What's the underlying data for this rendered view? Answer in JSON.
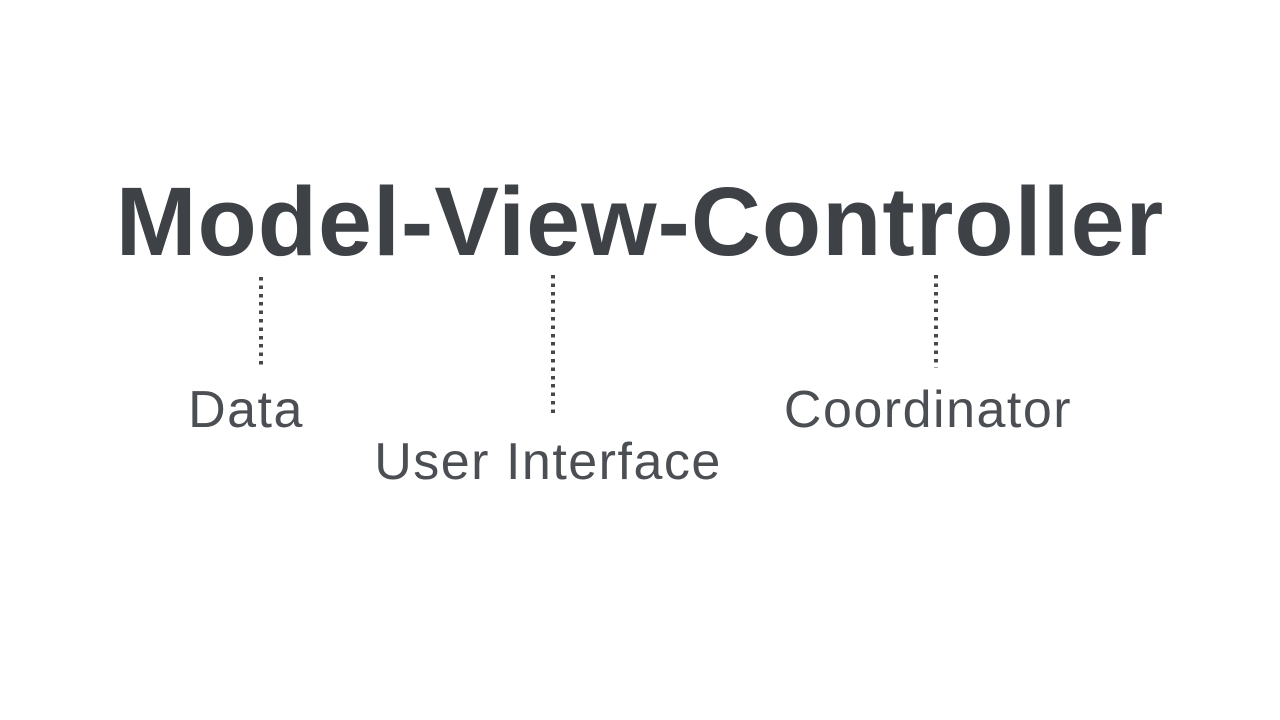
{
  "title": "Model-View-Controller",
  "annotations": [
    {
      "term": "Model",
      "label": "Data"
    },
    {
      "term": "View",
      "label": "User Interface"
    },
    {
      "term": "Controller",
      "label": "Coordinator"
    }
  ],
  "colors": {
    "title": "#3e4247",
    "label": "#4b4f54",
    "dots": "#45494e",
    "background": "#ffffff"
  }
}
